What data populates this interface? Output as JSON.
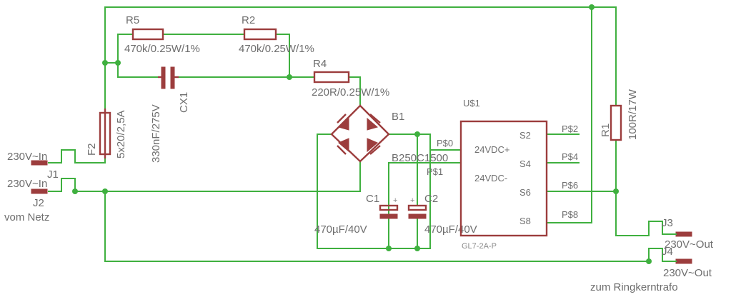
{
  "colors": {
    "wire": "#3fb03f",
    "symbol": "#9c3d3d",
    "text": "#6e6e6e",
    "background": "#ffffff"
  },
  "components": {
    "r5": {
      "name": "R5",
      "value": "470k/0.25W/1%"
    },
    "r2": {
      "name": "R2",
      "value": "470k/0.25W/1%"
    },
    "r4": {
      "name": "R4",
      "value": "220R/0.25W/1%"
    },
    "cx1": {
      "name": "CX1",
      "value": "330nF/275V"
    },
    "f2": {
      "name": "F2",
      "value": "5x20/2,5A"
    },
    "b1": {
      "name": "B1",
      "value": "B250C1500"
    },
    "c1": {
      "name": "C1",
      "value": "470µF/40V",
      "plus": "+"
    },
    "c2": {
      "name": "C2",
      "value": "470µF/40V",
      "plus": "+"
    },
    "r1": {
      "name": "R1",
      "value": "100R/17W"
    },
    "u1": {
      "name": "U$1",
      "value": "GL7-2A-P",
      "pin_dc_plus": "24VDC+",
      "pin_dc_minus": "24VDC-",
      "pin_s2": "S2",
      "pin_s4": "S4",
      "pin_s6": "S6",
      "pin_s8": "S8",
      "pad_p0": "P$0",
      "pad_p1": "P$1",
      "pad_p2": "P$2",
      "pad_p4": "P$4",
      "pad_p6": "P$6",
      "pad_p8": "P$8"
    },
    "j1": {
      "name": "J1",
      "value": "230V~In"
    },
    "j2": {
      "name": "J2",
      "value": "230V~In"
    },
    "j3": {
      "name": "J3",
      "value": "230V~Out"
    },
    "j4": {
      "name": "J4",
      "value": "230V~Out"
    }
  },
  "notes": {
    "from_grid": "vom Netz",
    "to_transformer": "zum Ringkerntrafo"
  }
}
